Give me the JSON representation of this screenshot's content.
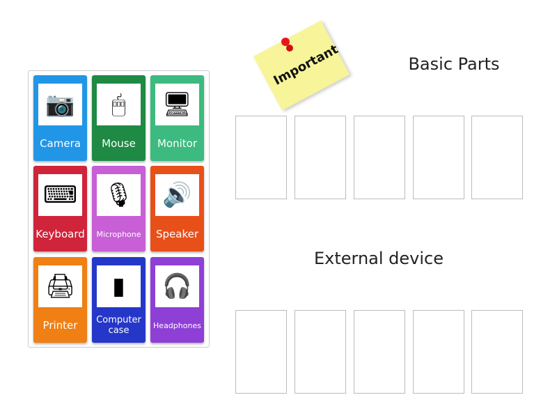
{
  "note": {
    "text": "Important"
  },
  "groups": [
    {
      "title": "Basic Parts"
    },
    {
      "title": "External device"
    }
  ],
  "tiles": [
    {
      "label": "Camera",
      "icon": "webcam-icon",
      "glyph": "📷",
      "color": "#2196e6"
    },
    {
      "label": "Mouse",
      "icon": "mouse-icon",
      "glyph": "🖱",
      "color": "#1e8a44"
    },
    {
      "label": "Monitor",
      "icon": "monitor-icon",
      "glyph": "🖥",
      "color": "#3cba7f"
    },
    {
      "label": "Keyboard",
      "icon": "keyboard-icon",
      "glyph": "⌨",
      "color": "#d0243a"
    },
    {
      "label": "Microphone",
      "icon": "microphone-icon",
      "glyph": "🎙",
      "color": "#c85fd6"
    },
    {
      "label": "Speaker",
      "icon": "speaker-icon",
      "glyph": "🔊",
      "color": "#e8501a"
    },
    {
      "label": "Printer",
      "icon": "printer-icon",
      "glyph": "🖨",
      "color": "#f07f14"
    },
    {
      "label": "Computer case",
      "icon": "computer-case-icon",
      "glyph": "▮",
      "color": "#2537c8"
    },
    {
      "label": "Headphones",
      "icon": "headphones-icon",
      "glyph": "🎧",
      "color": "#8e3fd6"
    }
  ]
}
